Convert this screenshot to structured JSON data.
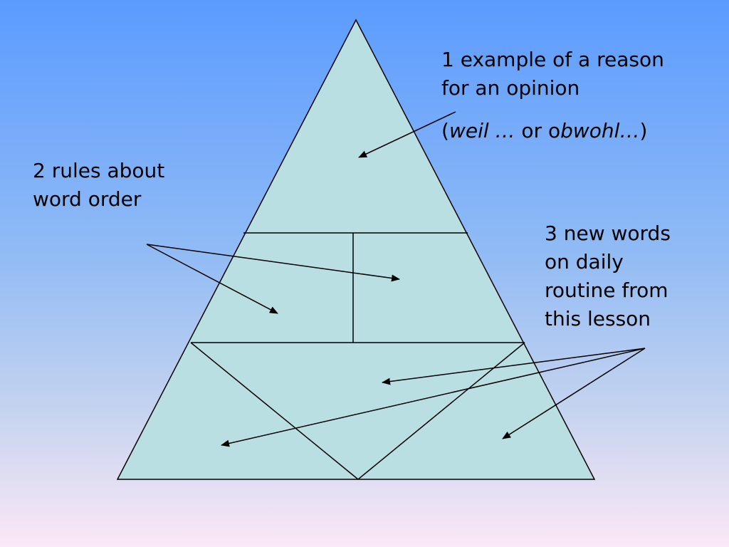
{
  "labels": {
    "top": {
      "line1": "1 example of a reason",
      "line2": "for an opinion",
      "line3_a": "(",
      "line3_b": "weil …",
      "line3_c": " or o",
      "line3_d": "bwohl…",
      "line3_e": ")"
    },
    "left": {
      "line1": "2 rules about",
      "line2": "word order"
    },
    "right": {
      "line1": "3 new words",
      "line2": "on daily",
      "line3": "routine from",
      "line4": "this lesson"
    }
  },
  "colors": {
    "pyramid_fill": "#b9dfe3",
    "line": "#000000"
  }
}
